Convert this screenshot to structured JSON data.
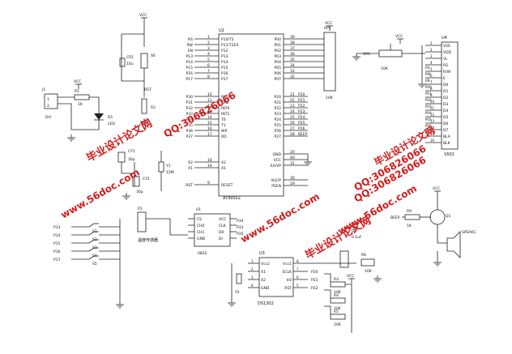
{
  "power": {
    "vcc": "VCC"
  },
  "mcu": {
    "ref": "U2",
    "part": "AT89S52",
    "left_pins": [
      {
        "num": "1",
        "name": "P10/T2",
        "net": "RS"
      },
      {
        "num": "2",
        "name": "P11/T2EX",
        "net": "RW"
      },
      {
        "num": "3",
        "name": "P12",
        "net": "EN"
      },
      {
        "num": "4",
        "name": "P13",
        "net": "P13"
      },
      {
        "num": "5",
        "name": "P14",
        "net": "P14"
      },
      {
        "num": "6",
        "name": "P15",
        "net": "P15"
      },
      {
        "num": "7",
        "name": "P16",
        "net": "P16"
      },
      {
        "num": "8",
        "name": "P17",
        "net": "P17"
      },
      {
        "num": "10",
        "name": "RXD",
        "net": "P30"
      },
      {
        "num": "11",
        "name": "TXD",
        "net": "P31"
      },
      {
        "num": "12",
        "name": "INT0",
        "net": "P32"
      },
      {
        "num": "13",
        "name": "INT1",
        "net": "P33"
      },
      {
        "num": "14",
        "name": "T0",
        "net": "P34"
      },
      {
        "num": "15",
        "name": "T1",
        "net": "P35"
      },
      {
        "num": "16",
        "name": "WR",
        "net": "P36"
      },
      {
        "num": "17",
        "name": "RD",
        "net": "P37"
      },
      {
        "num": "18",
        "name": "X2",
        "net": "X2"
      },
      {
        "num": "19",
        "name": "X1",
        "net": "X1"
      },
      {
        "num": "9",
        "name": "RESET",
        "net": "RST"
      }
    ],
    "right_pins": [
      {
        "num": "39",
        "name": "P00",
        "net": "P00"
      },
      {
        "num": "38",
        "name": "P01",
        "net": "P01"
      },
      {
        "num": "37",
        "name": "P02",
        "net": "P02"
      },
      {
        "num": "36",
        "name": "P03",
        "net": "P03"
      },
      {
        "num": "35",
        "name": "P04",
        "net": "P04"
      },
      {
        "num": "34",
        "name": "P05",
        "net": "P05"
      },
      {
        "num": "33",
        "name": "P06",
        "net": "P06"
      },
      {
        "num": "32",
        "name": "P07",
        "net": "P07"
      },
      {
        "num": "21",
        "name": "P20",
        "net": "P20"
      },
      {
        "num": "22",
        "name": "P21",
        "net": "P21"
      },
      {
        "num": "23",
        "name": "P22",
        "net": "P22"
      },
      {
        "num": "24",
        "name": "P23",
        "net": "P23"
      },
      {
        "num": "25",
        "name": "P24",
        "net": "P24"
      },
      {
        "num": "26",
        "name": "P25",
        "net": "P25"
      },
      {
        "num": "27",
        "name": "P26",
        "net": "P26"
      },
      {
        "num": "28",
        "name": "P27",
        "net": "BEEP"
      },
      {
        "num": "20",
        "name": "GND",
        "net": ""
      },
      {
        "num": "40",
        "name": "VCC",
        "net": "VCC"
      },
      {
        "num": "31",
        "name": "EA/VP",
        "net": ""
      },
      {
        "num": "30",
        "name": "ALE/P",
        "net": ""
      },
      {
        "num": "29",
        "name": "PSEN",
        "net": ""
      }
    ]
  },
  "rp1": {
    "ref": "RP1",
    "value": "10K"
  },
  "lcd": {
    "ref": "U4",
    "part": "1602",
    "pins": [
      {
        "num": "1",
        "name": "VSS",
        "net": ""
      },
      {
        "num": "2",
        "name": "VDD",
        "net": ""
      },
      {
        "num": "3",
        "name": "VL",
        "net": ""
      },
      {
        "num": "4",
        "name": "RS",
        "net": "RS"
      },
      {
        "num": "5",
        "name": "R/W",
        "net": "RW"
      },
      {
        "num": "6",
        "name": "E",
        "net": "EN"
      },
      {
        "num": "7",
        "name": "D0",
        "net": "P00"
      },
      {
        "num": "8",
        "name": "D1",
        "net": "P01"
      },
      {
        "num": "9",
        "name": "D2",
        "net": "P02"
      },
      {
        "num": "10",
        "name": "D3",
        "net": "P03"
      },
      {
        "num": "11",
        "name": "D4",
        "net": "P04"
      },
      {
        "num": "12",
        "name": "D5",
        "net": "P05"
      },
      {
        "num": "13",
        "name": "D6",
        "net": "P06"
      },
      {
        "num": "14",
        "name": "D7",
        "net": "P07"
      },
      {
        "num": "15",
        "name": "BLA",
        "net": ""
      },
      {
        "num": "16",
        "name": "BLK",
        "net": ""
      }
    ]
  },
  "vr1": {
    "ref": "VR1",
    "value": "10K"
  },
  "power_in": {
    "jack": "J1",
    "jack_pin1": "1",
    "jack_pin2": "2",
    "jack_type": "DH",
    "res": "R1",
    "res_value": "1K",
    "led": "D1",
    "led_label": "LED"
  },
  "reset": {
    "cap": "CR1",
    "cap_value": "10u",
    "switch": "S6",
    "res": "R2",
    "net": "RST"
  },
  "osc": {
    "cap1": "CY1",
    "cap1_value": "30p",
    "cap2": "CY2",
    "cap2_value": "30p",
    "xtal": "Y1",
    "xtal_value": "12M",
    "x1": "X1",
    "x2": "X2"
  },
  "keys": [
    {
      "net": "P13",
      "ref": "S1"
    },
    {
      "net": "P14",
      "ref": "S2"
    },
    {
      "net": "P15",
      "ref": "S3"
    },
    {
      "net": "P16",
      "ref": "S4"
    },
    {
      "net": "P17",
      "ref": "S5"
    }
  ],
  "sensor": {
    "header": "P1",
    "caption": "温度传感器",
    "ref": "U1",
    "part": "0832",
    "pins": [
      {
        "num": "1",
        "name": "CS"
      },
      {
        "num": "2",
        "name": "CH0"
      },
      {
        "num": "3",
        "name": "CH1"
      },
      {
        "num": "4",
        "name": "GND"
      },
      {
        "num": "8",
        "name": "VCC"
      },
      {
        "num": "7",
        "name": "CLK"
      },
      {
        "num": "6",
        "name": "D0"
      },
      {
        "num": "5",
        "name": "DI"
      }
    ],
    "nets": [
      "P34",
      "P33",
      "P35"
    ]
  },
  "rtc": {
    "ref": "U3",
    "part": "DS1302",
    "pins": [
      {
        "num": "1",
        "name": "Vcc2"
      },
      {
        "num": "2",
        "name": "X1"
      },
      {
        "num": "3",
        "name": "X2"
      },
      {
        "num": "4",
        "name": "GND"
      },
      {
        "num": "8",
        "name": "Vcc1"
      },
      {
        "num": "7",
        "name": "SCLK"
      },
      {
        "num": "6",
        "name": "I/O"
      },
      {
        "num": "5",
        "name": "RST"
      }
    ],
    "xtal": "Y2",
    "cap": "C1",
    "cap_value": "0.1uF",
    "res_main": "R6",
    "res_main_value": "10K",
    "nets": [
      "P20",
      "P21",
      "P22"
    ],
    "pullups": [
      {
        "ref": "R3",
        "value": "10K"
      },
      {
        "ref": "R4",
        "value": "10K"
      },
      {
        "ref": "R5",
        "value": "10K"
      }
    ]
  },
  "buzzer": {
    "net": "BEEP",
    "res": "R9",
    "res_value": "1K",
    "transistor": "Q1",
    "speaker": "SPEAK1"
  },
  "watermarks": [
    {
      "text": "毕业设计论文网"
    },
    {
      "text": "QQ:306826066"
    },
    {
      "text": "www.56doc.com"
    },
    {
      "text": "www.56doc.com"
    },
    {
      "text": "QQ:306826066"
    },
    {
      "text": "毕业设计论文网"
    },
    {
      "text": "www.56doc.com"
    },
    {
      "text": "毕业设计论文网"
    },
    {
      "text": "QQ:306826066"
    }
  ]
}
